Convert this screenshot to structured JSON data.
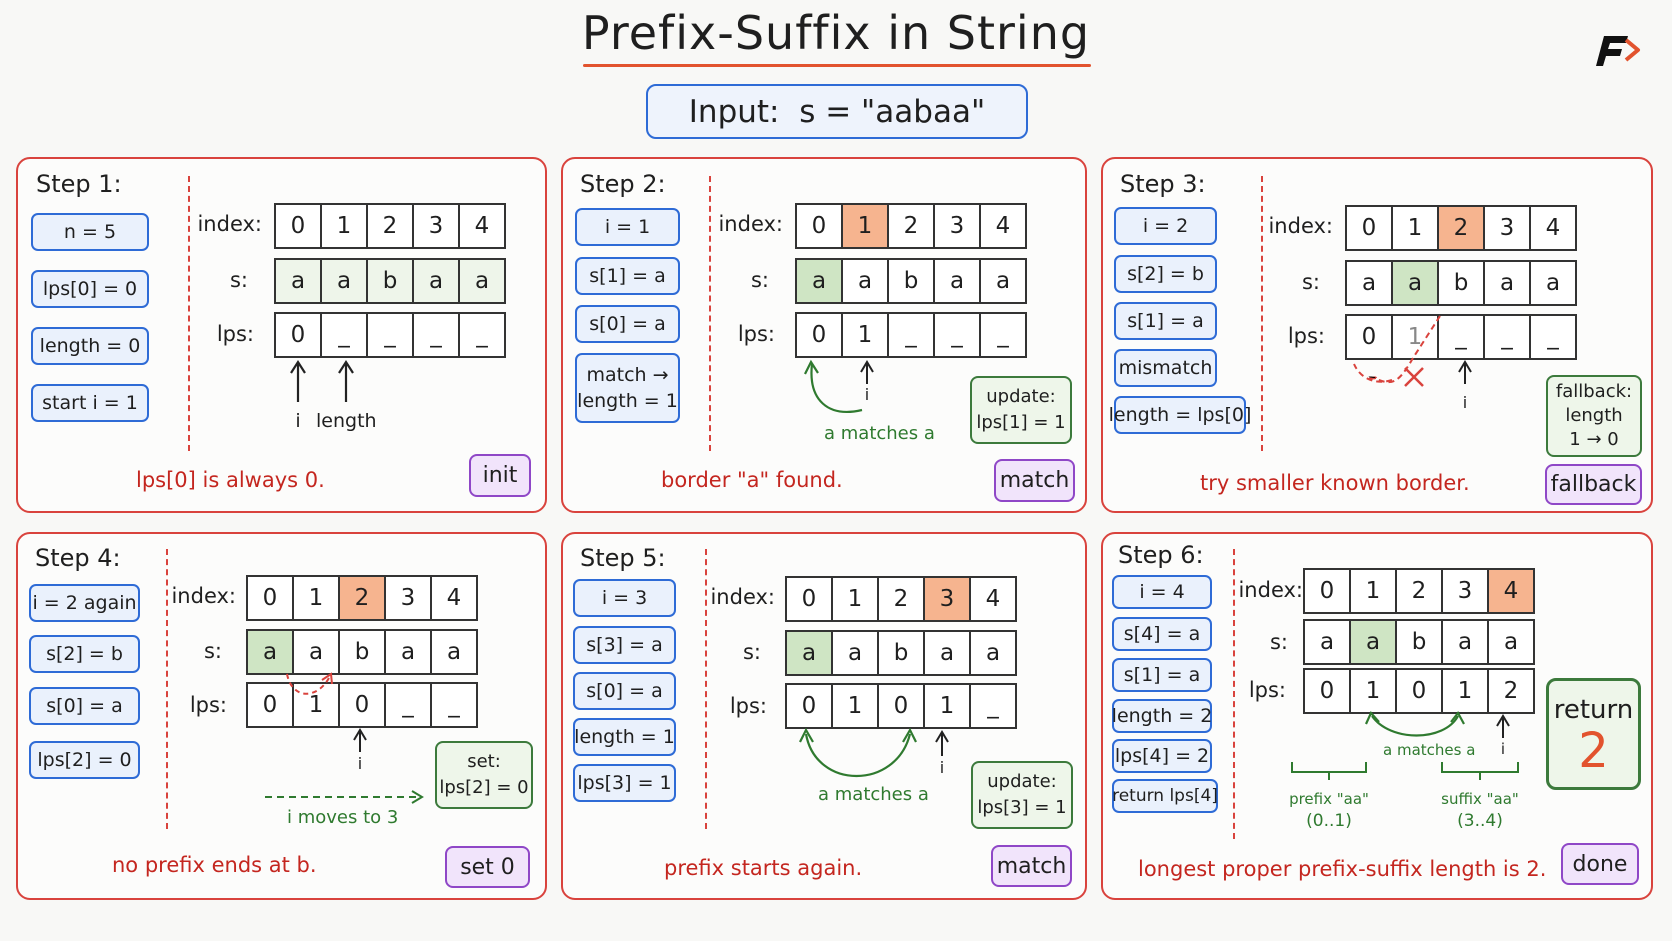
{
  "title": "Prefix-Suffix in String",
  "input": "Input:  s = \"aabaa\"",
  "labels": {
    "index": "index:",
    "s": "s:",
    "lps": "lps:"
  },
  "colors": {
    "accent": "#e2532e",
    "panel_border": "#d9433d",
    "var_border": "#2e6bd6",
    "tag_border": "#8f47c7",
    "match_green": "#3c7a3c",
    "current_cell": "#f6b48f"
  },
  "steps": [
    {
      "title": "Step 1:",
      "vars": [
        "n = 5",
        "lps[0] = 0",
        "length = 0",
        "start i = 1"
      ],
      "index": [
        "0",
        "1",
        "2",
        "3",
        "4"
      ],
      "s": [
        "a",
        "a",
        "b",
        "a",
        "a"
      ],
      "lps": [
        "0",
        "_",
        "_",
        "_",
        "_"
      ],
      "pointers": [
        "i",
        "length"
      ],
      "caption": "lps[0] is always 0.",
      "tag": "init"
    },
    {
      "title": "Step 2:",
      "vars": [
        "i = 1",
        "s[1] = a",
        "s[0] = a",
        "match →",
        "length = 1"
      ],
      "index": [
        "0",
        "1",
        "2",
        "3",
        "4"
      ],
      "s": [
        "a",
        "a",
        "b",
        "a",
        "a"
      ],
      "lps": [
        "0",
        "1",
        "_",
        "_",
        "_"
      ],
      "pointers": [
        "i"
      ],
      "note": "a matches a",
      "update": [
        "update:",
        "lps[1] = 1"
      ],
      "caption": "border \"a\" found.",
      "tag": "match"
    },
    {
      "title": "Step 3:",
      "vars": [
        "i = 2",
        "s[2] = b",
        "s[1] = a",
        "mismatch",
        "length = lps[0]"
      ],
      "index": [
        "0",
        "1",
        "2",
        "3",
        "4"
      ],
      "s": [
        "a",
        "a",
        "b",
        "a",
        "a"
      ],
      "lps": [
        "0",
        "1",
        "_",
        "_",
        "_"
      ],
      "pointers": [
        "i"
      ],
      "update": [
        "fallback:",
        "length",
        "1 → 0"
      ],
      "caption": "try smaller known border.",
      "tag": "fallback"
    },
    {
      "title": "Step 4:",
      "vars": [
        "i = 2 again",
        "s[2] = b",
        "s[0] = a",
        "lps[2] = 0"
      ],
      "index": [
        "0",
        "1",
        "2",
        "3",
        "4"
      ],
      "s": [
        "a",
        "a",
        "b",
        "a",
        "a"
      ],
      "lps": [
        "0",
        "1",
        "0",
        "_",
        "_"
      ],
      "pointers": [
        "i"
      ],
      "note": "i moves to 3",
      "update": [
        "set:",
        "lps[2] = 0"
      ],
      "caption": "no prefix ends at b.",
      "tag": "set 0"
    },
    {
      "title": "Step 5:",
      "vars": [
        "i = 3",
        "s[3] = a",
        "s[0] = a",
        "length = 1",
        "lps[3] = 1"
      ],
      "index": [
        "0",
        "1",
        "2",
        "3",
        "4"
      ],
      "s": [
        "a",
        "a",
        "b",
        "a",
        "a"
      ],
      "lps": [
        "0",
        "1",
        "0",
        "1",
        "_"
      ],
      "pointers": [
        "i"
      ],
      "note": "a matches a",
      "update": [
        "update:",
        "lps[3] = 1"
      ],
      "caption": "prefix starts again.",
      "tag": "match"
    },
    {
      "title": "Step 6:",
      "vars": [
        "i = 4",
        "s[4] = a",
        "s[1] = a",
        "length = 2",
        "lps[4] = 2",
        "return lps[4]"
      ],
      "index": [
        "0",
        "1",
        "2",
        "3",
        "4"
      ],
      "s": [
        "a",
        "a",
        "b",
        "a",
        "a"
      ],
      "lps": [
        "0",
        "1",
        "0",
        "1",
        "2"
      ],
      "pointers": [
        "i"
      ],
      "note": "a matches a",
      "prefix_label": [
        "prefix \"aa\"",
        "(0..1)"
      ],
      "suffix_label": [
        "suffix \"aa\"",
        "(3..4)"
      ],
      "return_label": "return",
      "return_value": "2",
      "caption": "longest proper prefix-suffix length is 2.",
      "tag": "done"
    }
  ]
}
